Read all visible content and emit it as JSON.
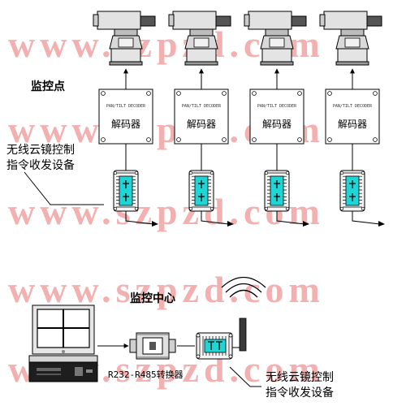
{
  "watermark": "www.szpzd.com",
  "labels": {
    "monitor_point": "监控点",
    "monitor_center": "监控中心",
    "wireless_top_line1": "无线云镜控制",
    "wireless_top_line2": "指令收发设备",
    "wireless_bottom_line1": "无线云镜控制",
    "wireless_bottom_line2": "指令收发设备",
    "converter": "R232-R485转换器"
  },
  "decoder": {
    "small_text": "PAN/TILT DECODER",
    "label": "解码器"
  },
  "monitor_points": [
    {
      "id": 1
    },
    {
      "id": 2
    },
    {
      "id": 3
    },
    {
      "id": 4
    }
  ],
  "colors": {
    "radio_screen": "#1fd6d6",
    "watermark": "#f3b0b0",
    "line": "#000000"
  }
}
